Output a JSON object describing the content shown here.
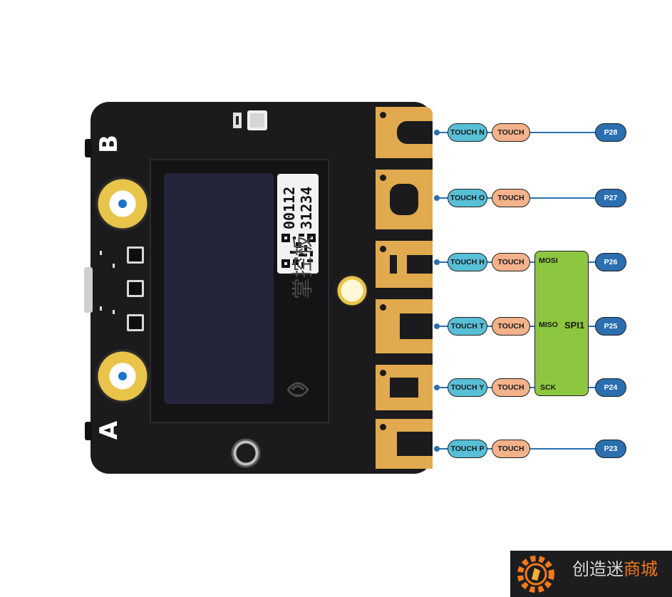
{
  "board": {
    "button_b": "B",
    "button_a": "A",
    "sticker_line1": "00112",
    "sticker_line2": "31234",
    "logo_text": "掌控板"
  },
  "pins": [
    {
      "touch_name": "TOUCH N",
      "touch": "TOUCH",
      "pin": "P28"
    },
    {
      "touch_name": "TOUCH O",
      "touch": "TOUCH",
      "pin": "P27"
    },
    {
      "touch_name": "TOUCH H",
      "touch": "TOUCH",
      "pin": "P26"
    },
    {
      "touch_name": "TOUCH T",
      "touch": "TOUCH",
      "pin": "P25"
    },
    {
      "touch_name": "TOUCH Y",
      "touch": "TOUCH",
      "pin": "P24"
    },
    {
      "touch_name": "TOUCH P",
      "touch": "TOUCH",
      "pin": "P23"
    }
  ],
  "spi": {
    "title": "SPI1",
    "mosi": "MOSI",
    "miso": "MISO",
    "sck": "SCK"
  },
  "watermark": {
    "text_plain": "创造迷",
    "text_accent": "商城"
  },
  "colors": {
    "board": "#1b1b1d",
    "gold": "#e1aa4e",
    "touch_name": "#57bfd6",
    "touch": "#f4b28a",
    "pin": "#2b6fb0",
    "spi": "#8dc63f"
  }
}
